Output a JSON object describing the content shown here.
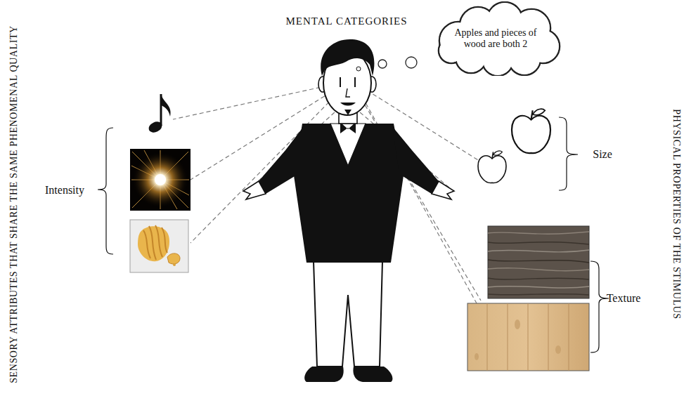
{
  "diagram": {
    "nodes": [
      {
        "text": [
          "Apples and pieces of wood are both 2"
        ]
      }
    ],
    "labels": [
      "MENTAL CATEGORIES",
      "SENSORY ATTRIBUTES THAT SHARE THE SAME PHENOMENAL QUALITY",
      "PHYSICAL PROPERTIES OF THE STIMULUS",
      "Intensity",
      "Size",
      "Texture"
    ]
  }
}
